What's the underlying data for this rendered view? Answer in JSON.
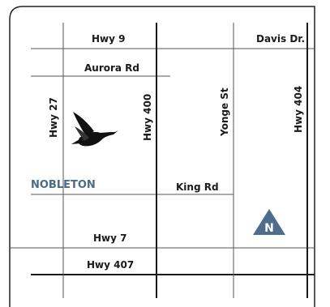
{
  "colors": {
    "frame": "#222222",
    "road_thick": "#1a1a1a",
    "road_thin": "#555555",
    "town": "#4a6b8a",
    "compass": "#4e6d8c",
    "goose": "#111111"
  },
  "roads": {
    "hwy9": "Hwy 9",
    "davis": "Davis Dr.",
    "aurora": "Aurora Rd",
    "hwy27": "Hwy 27",
    "hwy400": "Hwy 400",
    "yonge": "Yonge St",
    "hwy404": "Hwy 404",
    "king": "King Rd",
    "hwy7": "Hwy 7",
    "hwy407": "Hwy 407"
  },
  "town": {
    "name": "NOBLETON"
  },
  "compass": {
    "letter": "N",
    "icon": "north-arrow-icon"
  },
  "decor": {
    "goose_icon": "goose-icon"
  }
}
